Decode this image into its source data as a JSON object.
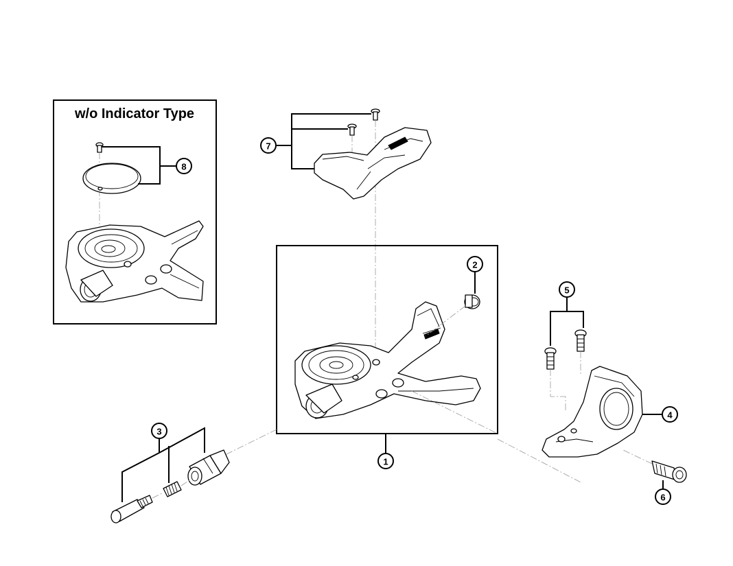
{
  "inset": {
    "title": "w/o Indicator Type"
  },
  "callouts": {
    "c1": "1",
    "c2": "2",
    "c3": "3",
    "c4": "4",
    "c5": "5",
    "c6": "6",
    "c7": "7",
    "c8": "8"
  }
}
